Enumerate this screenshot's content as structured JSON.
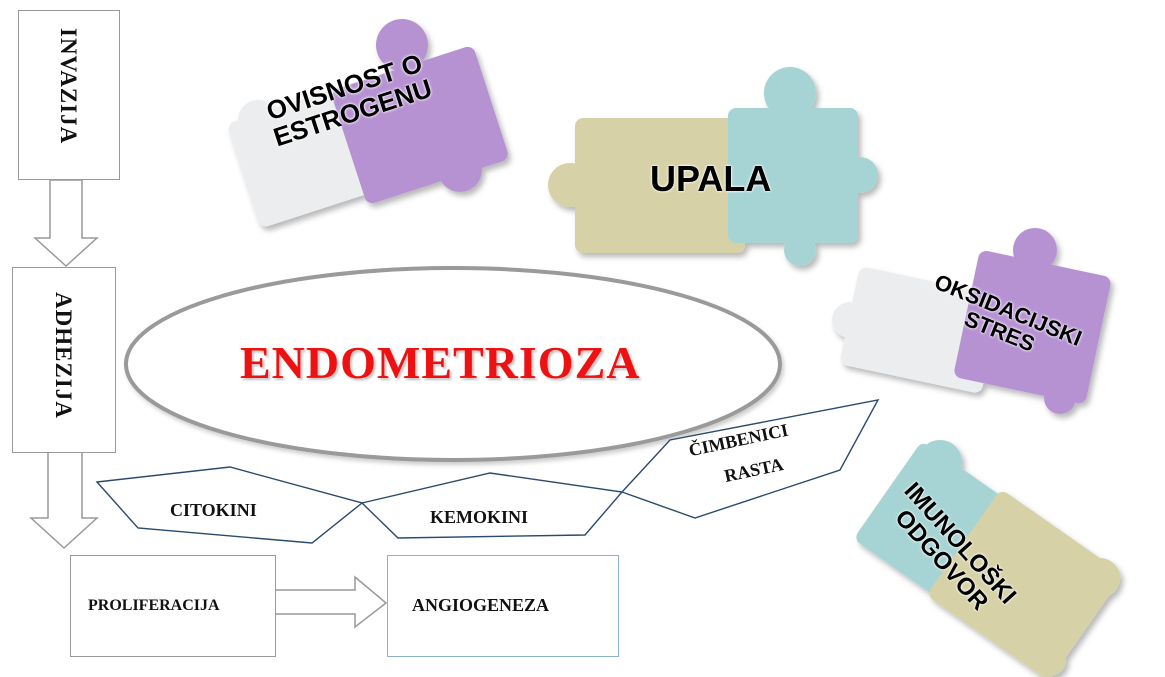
{
  "diagram": {
    "center_label": "ENDOMETRIOZA",
    "process_steps": {
      "invasion": "INVAZIJA",
      "adhesion": "ADHEZIJA",
      "proliferation": "PROLIFERACIJA",
      "angiogenesis": "ANGIOGENEZA"
    },
    "mediators": {
      "cytokines": "CITOKINI",
      "chemokines": "KEMOKINI",
      "growth_factors_line1": "ČIMBENICI",
      "growth_factors_line2": "RASTA"
    },
    "puzzles": {
      "estrogen_line1": "OVISNOST O",
      "estrogen_line2": "ESTROGENU",
      "inflammation": "UPALA",
      "oxidative_line1": "OKSIDACIJSKI",
      "oxidative_line2": "STRES",
      "immune_line1": "IMUNOLOŠKI",
      "immune_line2": "ODGOVOR"
    },
    "colors": {
      "title_red": "#ee1111",
      "puzzle_purple": "#b692d2",
      "puzzle_teal": "#a6d3d3",
      "puzzle_khaki": "#d6d1a6",
      "puzzle_white": "#ecedee",
      "shape_blue": "#2a4a6e"
    }
  }
}
